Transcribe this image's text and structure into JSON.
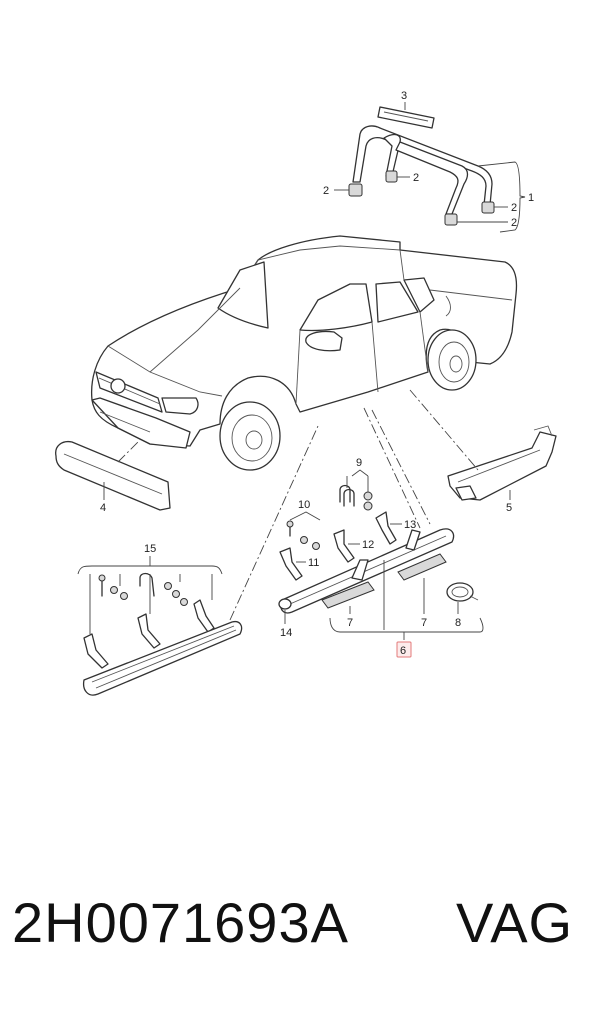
{
  "diagram": {
    "callouts": {
      "c1": "1",
      "c2a": "2",
      "c2b": "2",
      "c2c": "2",
      "c2d": "2",
      "c3": "3",
      "c4": "4",
      "c5": "5",
      "c6": "6",
      "c7a": "7",
      "c7b": "7",
      "c8": "8",
      "c9": "9",
      "c10": "10",
      "c11": "11",
      "c12": "12",
      "c13": "13",
      "c14": "14",
      "c15": "15"
    }
  },
  "footer": {
    "part_number": "2H0071693A",
    "brand": "VAG"
  }
}
